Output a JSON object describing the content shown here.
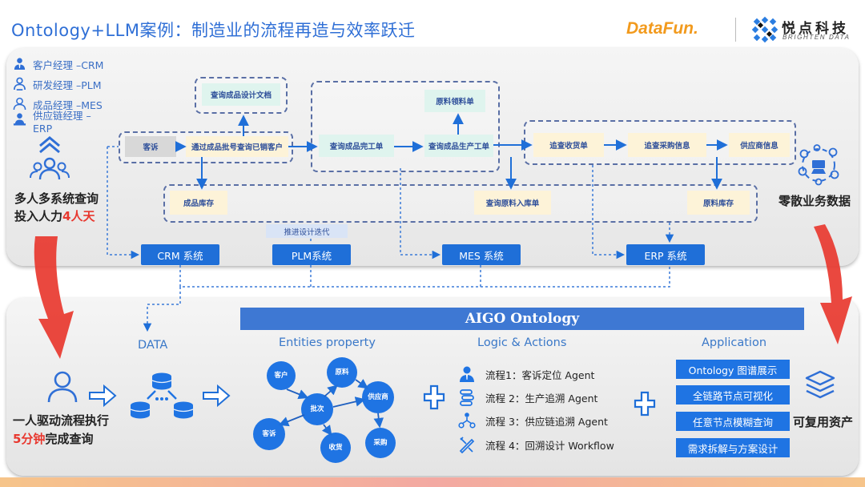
{
  "header": {
    "title": "Ontology+LLM案例：制造业的流程再造与效率跃迁",
    "logo_datafun": "DataFun.",
    "logo_brighten_name": "悦点科技",
    "logo_brighten_sub": "BRIGHTEN DATA"
  },
  "roles": [
    {
      "label": "客户经理 –CRM",
      "icon": "manager-icon"
    },
    {
      "label": "研发经理 –PLM",
      "icon": "engineer-icon"
    },
    {
      "label": "成品经理 –MES",
      "icon": "user-icon"
    },
    {
      "label": "供应链经理 –ERP",
      "icon": "supply-manager-icon"
    }
  ],
  "manual": {
    "line1": "多人多系统查询",
    "line2_prefix": "投入人力",
    "line2_highlight": "4人天"
  },
  "scattered_data_label": "零散业务数据",
  "process_nodes": {
    "design_doc": "查询成品设计文档",
    "complaint": "客诉",
    "batch_query": "通过成品批号查询已销客户",
    "finished_work_order": "查询成品完工单",
    "material_pick": "原料领料单",
    "production_order": "查询成品生产工单",
    "receipt": "追查收货单",
    "purchase_info": "追查采购信息",
    "supplier_info": "供应商信息",
    "finished_stock": "成品库存",
    "material_inbound": "查询原料入库单",
    "material_stock": "原料库存",
    "design_iteration": "推进设计迭代"
  },
  "systems": {
    "crm": "CRM 系统",
    "plm": "PLM系统",
    "mes": "MES 系统",
    "erp": "ERP 系统"
  },
  "aigo": {
    "bar_title": "AIGO Ontology",
    "data_label": "DATA",
    "entities_label": "Entities property",
    "logic_label": "Logic & Actions",
    "application_label": "Application"
  },
  "entities": [
    "客户",
    "原料",
    "批次",
    "供应商",
    "客诉",
    "收货",
    "采购"
  ],
  "flows": [
    {
      "label": "流程1：客诉定位 Agent",
      "icon": "person-icon"
    },
    {
      "label": "流程 2：生产追溯 Agent",
      "icon": "process-icon"
    },
    {
      "label": "流程 3：供应链追溯 Agent",
      "icon": "network-icon"
    },
    {
      "label": "流程 4：回溯设计 Workflow",
      "icon": "design-tools-icon"
    }
  ],
  "applications": [
    "Ontology 图谱展示",
    "全链路节点可视化",
    "任意节点模糊查询",
    "需求拆解与方案设计"
  ],
  "result": {
    "line1": "一人驱动流程执行",
    "line2_highlight": "5分钟",
    "line2_suffix": "完成查询"
  },
  "reusable_label": "可复用资产",
  "colors": {
    "brand_blue": "#1f74e3",
    "title_blue": "#2f6fd6",
    "arrow_red": "#e8382f",
    "datafun_orange": "#f29a1d"
  }
}
